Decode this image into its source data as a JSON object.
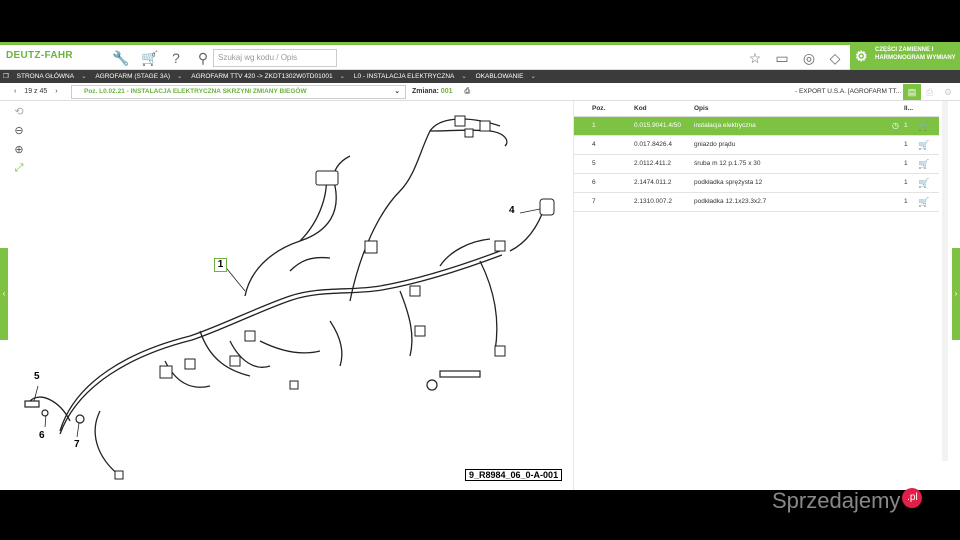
{
  "brand": {
    "logo": "DEUTZ-FAHR",
    "accent": "#7dc242"
  },
  "header": {
    "cart_count": "0",
    "search_placeholder": "Szukaj wg kodu / Opis",
    "promo_text": "CZĘŚCI ZAMIENNE I HARMONOGRAM WYMIANY"
  },
  "breadcrumb": [
    "STRONA GŁÓWNA",
    "AGROFARM (STAGE 3A)",
    "AGROFARM TTV 420 -> ZKDT1302W0TD01001",
    "L0 - INSTALACJA ELEKTRYCZNA",
    "OKABLOWANIE"
  ],
  "toolbar": {
    "pager": "19 z 45",
    "group_select": "Poz. L0.02.21 - INSTALACJA ELEKTRYCZNA SKRZYNI ZMIANY BIEGÓW",
    "zmiana_label": "Zmiana:",
    "zmiana_value": "001",
    "export_label": "- EXPORT U.S.A. [AGROFARM TT..."
  },
  "drawing": {
    "code": "9_R8984_06_0-A-001",
    "callouts": [
      "1",
      "4",
      "5",
      "6",
      "7"
    ]
  },
  "table": {
    "headers": {
      "poz": "Poz.",
      "kod": "Kod",
      "opis": "Opis",
      "il": "Il..."
    },
    "rows": [
      {
        "poz": "1",
        "kod": "0.015.9041.4/50",
        "opis": "instalacja elektryczna",
        "il": "1",
        "selected": true
      },
      {
        "poz": "4",
        "kod": "0.017.8426.4",
        "opis": "gniazdo prądu",
        "il": "1",
        "selected": false
      },
      {
        "poz": "5",
        "kod": "2.0112.411.2",
        "opis": "śruba m 12 p.1.75 x 30",
        "il": "1",
        "selected": false
      },
      {
        "poz": "6",
        "kod": "2.1474.011.2",
        "opis": "podkładka sprężysta 12",
        "il": "1",
        "selected": false
      },
      {
        "poz": "7",
        "kod": "2.1310.007.2",
        "opis": "podkładka 12.1x23.3x2.7",
        "il": "1",
        "selected": false
      }
    ]
  },
  "watermark": {
    "text": "Sprzedajemy",
    "badge": ".pl"
  }
}
